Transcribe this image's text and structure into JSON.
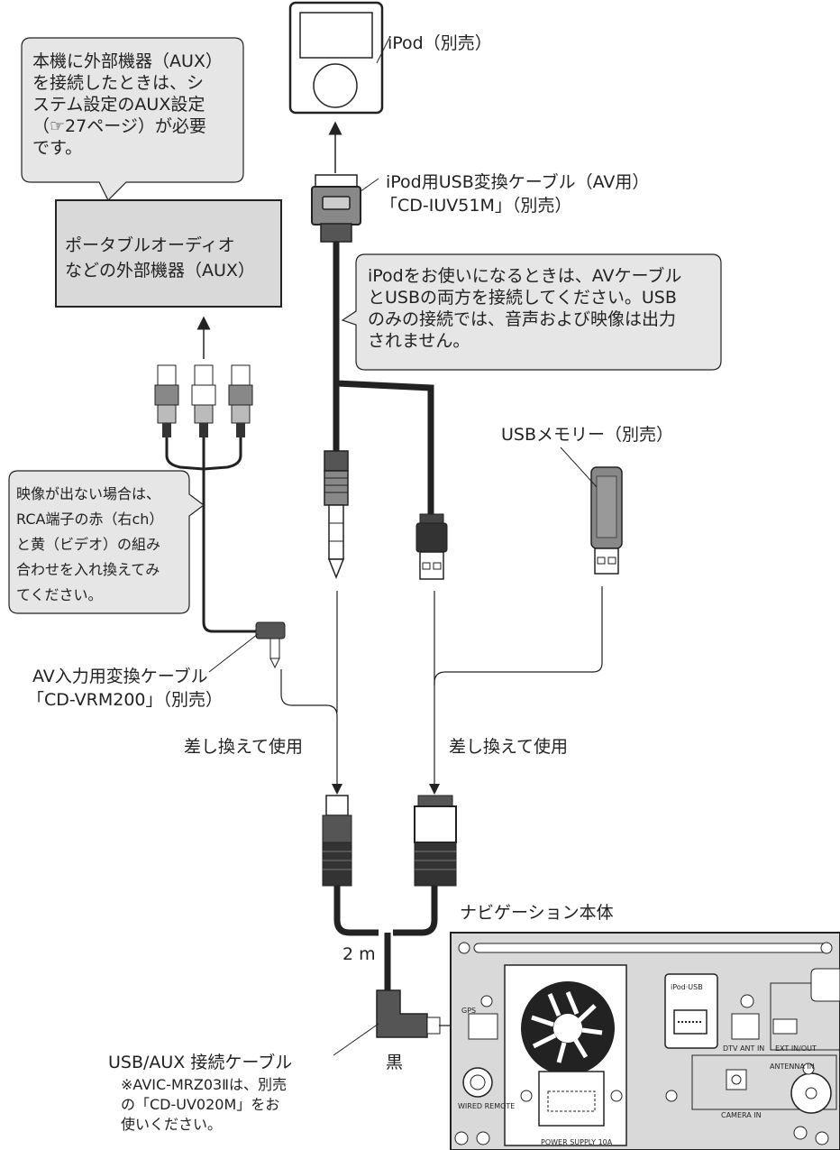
{
  "colors": {
    "line": "#222222",
    "callout_fill": "#e6e6e6",
    "device_fill": "#d9d9d9",
    "unit_fill": "#cccccc"
  },
  "ipod": {
    "label": "iPod（別売）"
  },
  "ipod_usb_cable": {
    "line1": "iPod用USB変換ケーブル（AV用）",
    "line2": "「CD-IUV51M」（別売）"
  },
  "aux_note": {
    "lines": [
      "本機に外部機器（AUX）",
      "を接続したときは、シ",
      "ステム設定のAUX設定",
      "（☞27ページ）が必要",
      "です。"
    ]
  },
  "aux_device": {
    "line1": "ポータブルオーディオ",
    "line2": "などの外部機器（AUX）"
  },
  "ipod_note": {
    "lines": [
      "iPodをお使いになるときは、AVケーブル",
      "とUSBの両方を接続してください。USB",
      "のみの接続では、音声および映像は出力",
      "されません。"
    ]
  },
  "usb_memory": {
    "label": "USBメモリー（別売）"
  },
  "rca_note": {
    "lines": [
      "映像が出ない場合は、",
      "RCA端子の赤（右ch）",
      "と黄（ビデオ）の組み",
      "合わせを入れ換えてみ",
      "てください。"
    ]
  },
  "av_cable": {
    "line1": "AV入力用変換ケーブル",
    "line2": "「CD-VRM200」（別売）"
  },
  "swap_left": "差し換えて使用",
  "swap_right": "差し換えて使用",
  "length": "2 m",
  "navi": {
    "title": "ナビゲーション本体",
    "port_ipod_usb": "iPod·USB",
    "port_gps": "GPS",
    "port_dtv": "DTV ANT IN",
    "port_ext": "EXT IN/OUT",
    "port_antenna": "ANTENNA IN",
    "port_camera": "CAMERA IN",
    "port_wired": "WIRED REMOTE",
    "port_power": "POWER  SUPPLY  10A"
  },
  "usb_aux_cable": {
    "label": "USB/AUX 接続ケーブル",
    "note_lines": [
      "※AVIC-MRZ03Ⅱは、別売",
      "の「CD-UV020M」をお",
      "使いください。"
    ]
  },
  "black": "黒"
}
